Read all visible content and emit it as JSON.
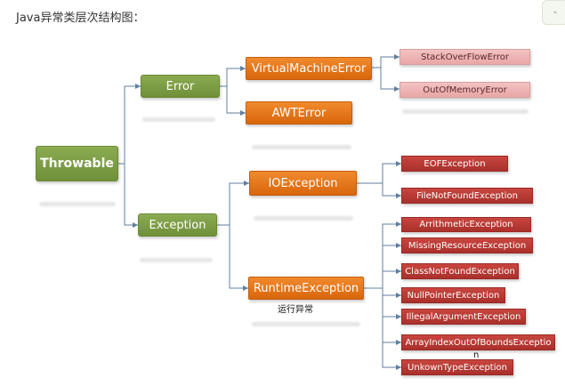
{
  "title": "Java异常类层次结构图：",
  "corner_label": "⁃",
  "nodes": {
    "throwable": "Throwable",
    "error": "Error",
    "exception": "Exception",
    "virtual_machine_error": "VirtualMachineError",
    "awt_error": "AWTError",
    "io_exception": "IOException",
    "runtime_exception": "RuntimeException",
    "stack_overflow_error": "StackOverFlowError",
    "out_of_memory_error": "OutOfMemoryError",
    "eof_exception": "EOFException",
    "file_not_found_exception": "FileNotFoundException",
    "arithmetic_exception": "ArrithmeticException",
    "missing_resource_exception": "MissingResourceException",
    "class_not_found_exception": "ClassNotFoundException",
    "null_pointer_exception": "NullPointerException",
    "illegal_argument_exception": "IllegalArgumentException",
    "array_index_out_of_bounds_exception": "ArrayIndexOutOfBoundsExceptio",
    "array_index_overflow": "n",
    "unknown_type_exception": "UnkownTypeException"
  },
  "annotations": {
    "runtime_note": "运行异常"
  },
  "colors": {
    "green": "#7a9a44",
    "orange": "#e8761e",
    "red": "#b73a35",
    "pink": "#efb8b8",
    "connector": "#5f7f9f"
  }
}
